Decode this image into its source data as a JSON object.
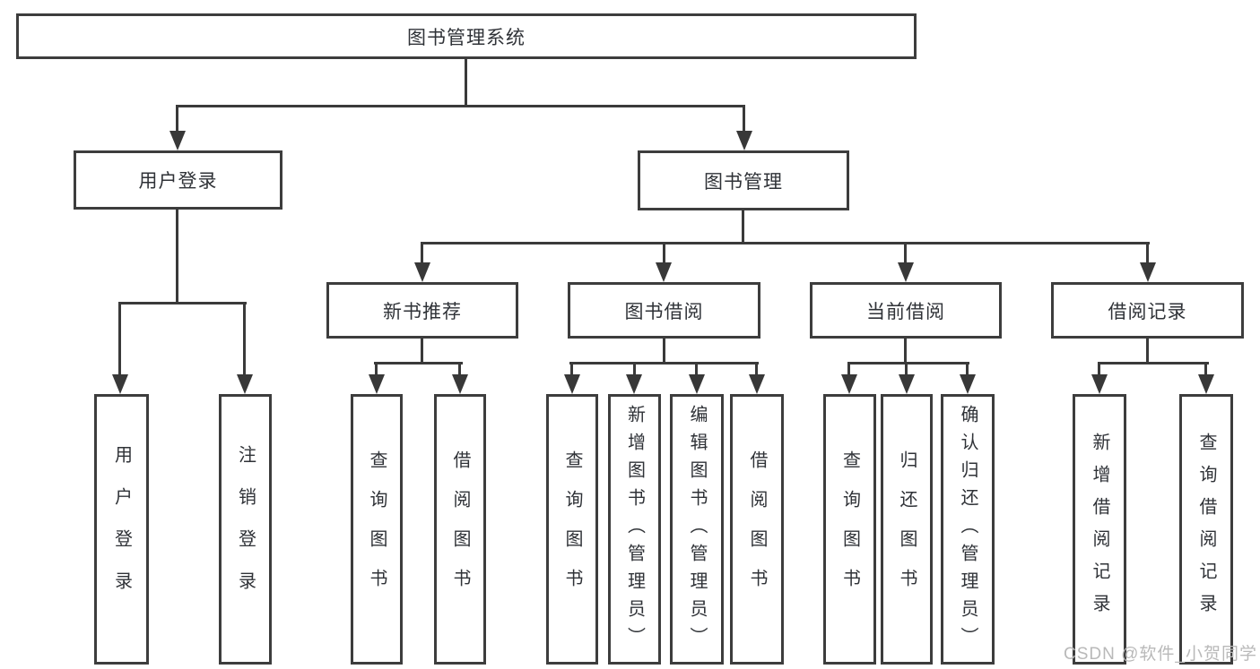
{
  "diagram": {
    "root": {
      "label": "图书管理系统"
    },
    "branches": [
      {
        "label": "用户登录",
        "children": [
          {
            "label": "用户登录"
          },
          {
            "label": "注销登录"
          }
        ]
      },
      {
        "label": "图书管理",
        "groups": [
          {
            "label": "新书推荐",
            "children": [
              {
                "label": "查询图书"
              },
              {
                "label": "借阅图书"
              }
            ]
          },
          {
            "label": "图书借阅",
            "children": [
              {
                "label": "查询图书"
              },
              {
                "label": "新增图书（管理员）"
              },
              {
                "label": "编辑图书（管理员）"
              },
              {
                "label": "借阅图书"
              }
            ]
          },
          {
            "label": "当前借阅",
            "children": [
              {
                "label": "查询图书"
              },
              {
                "label": "归还图书"
              },
              {
                "label": "确认归还（管理员）"
              }
            ]
          },
          {
            "label": "借阅记录",
            "children": [
              {
                "label": "新增借阅记录"
              },
              {
                "label": "查询借阅记录"
              }
            ]
          }
        ]
      }
    ]
  },
  "watermark": {
    "text": "CSDN @软件_小贺同学"
  },
  "colors": {
    "background": "#ffffff",
    "box_border": "#3d3d3d",
    "line": "#3a3a3a",
    "text": "#2f3237",
    "watermark": "#b9b9b9"
  }
}
